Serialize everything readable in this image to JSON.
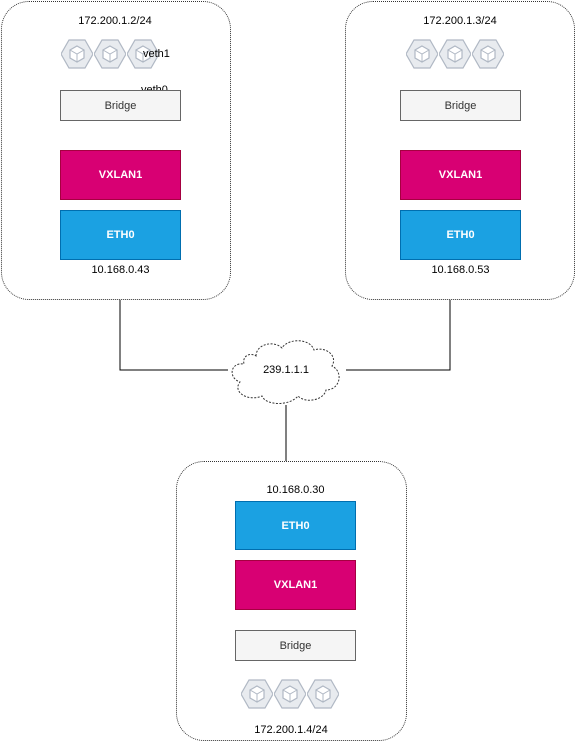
{
  "hosts": [
    {
      "subnet": "172.200.1.2/24",
      "bridge_label": "Bridge",
      "vxlan_label": "VXLAN1",
      "eth_label": "ETH0",
      "ip": "10.168.0.43",
      "veth_labels": [
        "veth1",
        "veth0"
      ]
    },
    {
      "subnet": "172.200.1.3/24",
      "bridge_label": "Bridge",
      "vxlan_label": "VXLAN1",
      "eth_label": "ETH0",
      "ip": "10.168.0.53"
    },
    {
      "subnet": "172.200.1.4/24",
      "bridge_label": "Bridge",
      "vxlan_label": "VXLAN1",
      "eth_label": "ETH0",
      "ip": "10.168.0.30"
    }
  ],
  "cloud": {
    "label": "239.1.1.1"
  },
  "colors": {
    "vxlan": "#d80073",
    "eth": "#1ba1e2",
    "bridge": "#f5f5f5",
    "container_icon": "#b0b8c4"
  },
  "icons": {
    "container": "container-cube-icon",
    "cloud": "cloud-icon"
  }
}
